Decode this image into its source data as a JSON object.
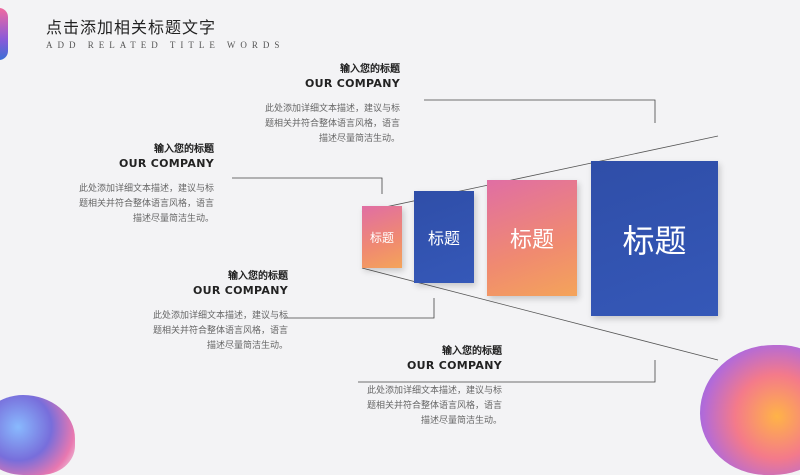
{
  "header": {
    "title": "点击添加相关标题文字",
    "subtitle": "ADD RELATED TITLE WORDS"
  },
  "funnel": {
    "boxes": [
      {
        "label": "标题"
      },
      {
        "label": "标题"
      },
      {
        "label": "标题"
      },
      {
        "label": "标题"
      }
    ]
  },
  "items": [
    {
      "heading": "输入您的标题",
      "company": "OUR COMPANY",
      "desc": "此处添加详细文本描述，建议与标题相关并符合整体语言风格，语言描述尽量简洁生动。"
    },
    {
      "heading": "输入您的标题",
      "company": "OUR COMPANY",
      "desc": "此处添加详细文本描述，建议与标题相关并符合整体语言风格，语言描述尽量简洁生动。"
    },
    {
      "heading": "输入您的标题",
      "company": "OUR COMPANY",
      "desc": "此处添加详细文本描述，建议与标题相关并符合整体语言风格，语言描述尽量简洁生动。"
    },
    {
      "heading": "输入您的标题",
      "company": "OUR COMPANY",
      "desc": "此处添加详细文本描述，建议与标题相关并符合整体语言风格，语言描述尽量简洁生动。"
    }
  ],
  "colors": {
    "blue": "#2f4ea8",
    "pink": "#e06ea4",
    "orange": "#f4a45a"
  }
}
